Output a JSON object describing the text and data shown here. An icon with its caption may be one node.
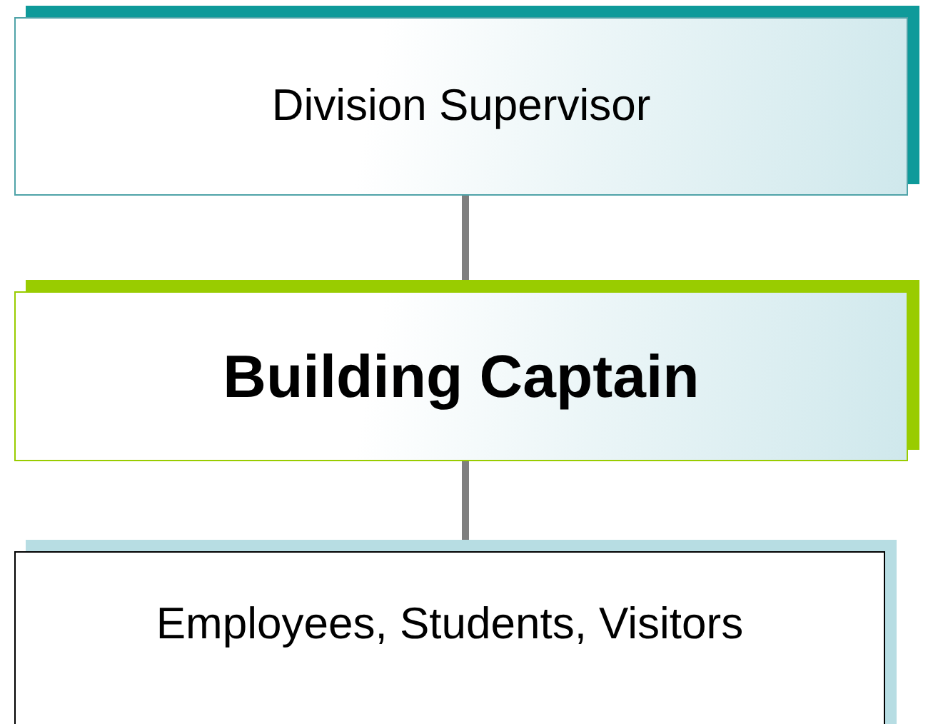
{
  "diagram": {
    "nodes": [
      {
        "text": [
          "Division Supervisor"
        ]
      },
      {
        "text": [
          "Building Captain"
        ]
      },
      {
        "text": [
          "Employees, Students, Visitors"
        ]
      }
    ],
    "edges": [
      {
        "from": 0,
        "to": 1,
        "arrow": "none"
      },
      {
        "from": 1,
        "to": 2,
        "arrow": "none"
      }
    ]
  }
}
